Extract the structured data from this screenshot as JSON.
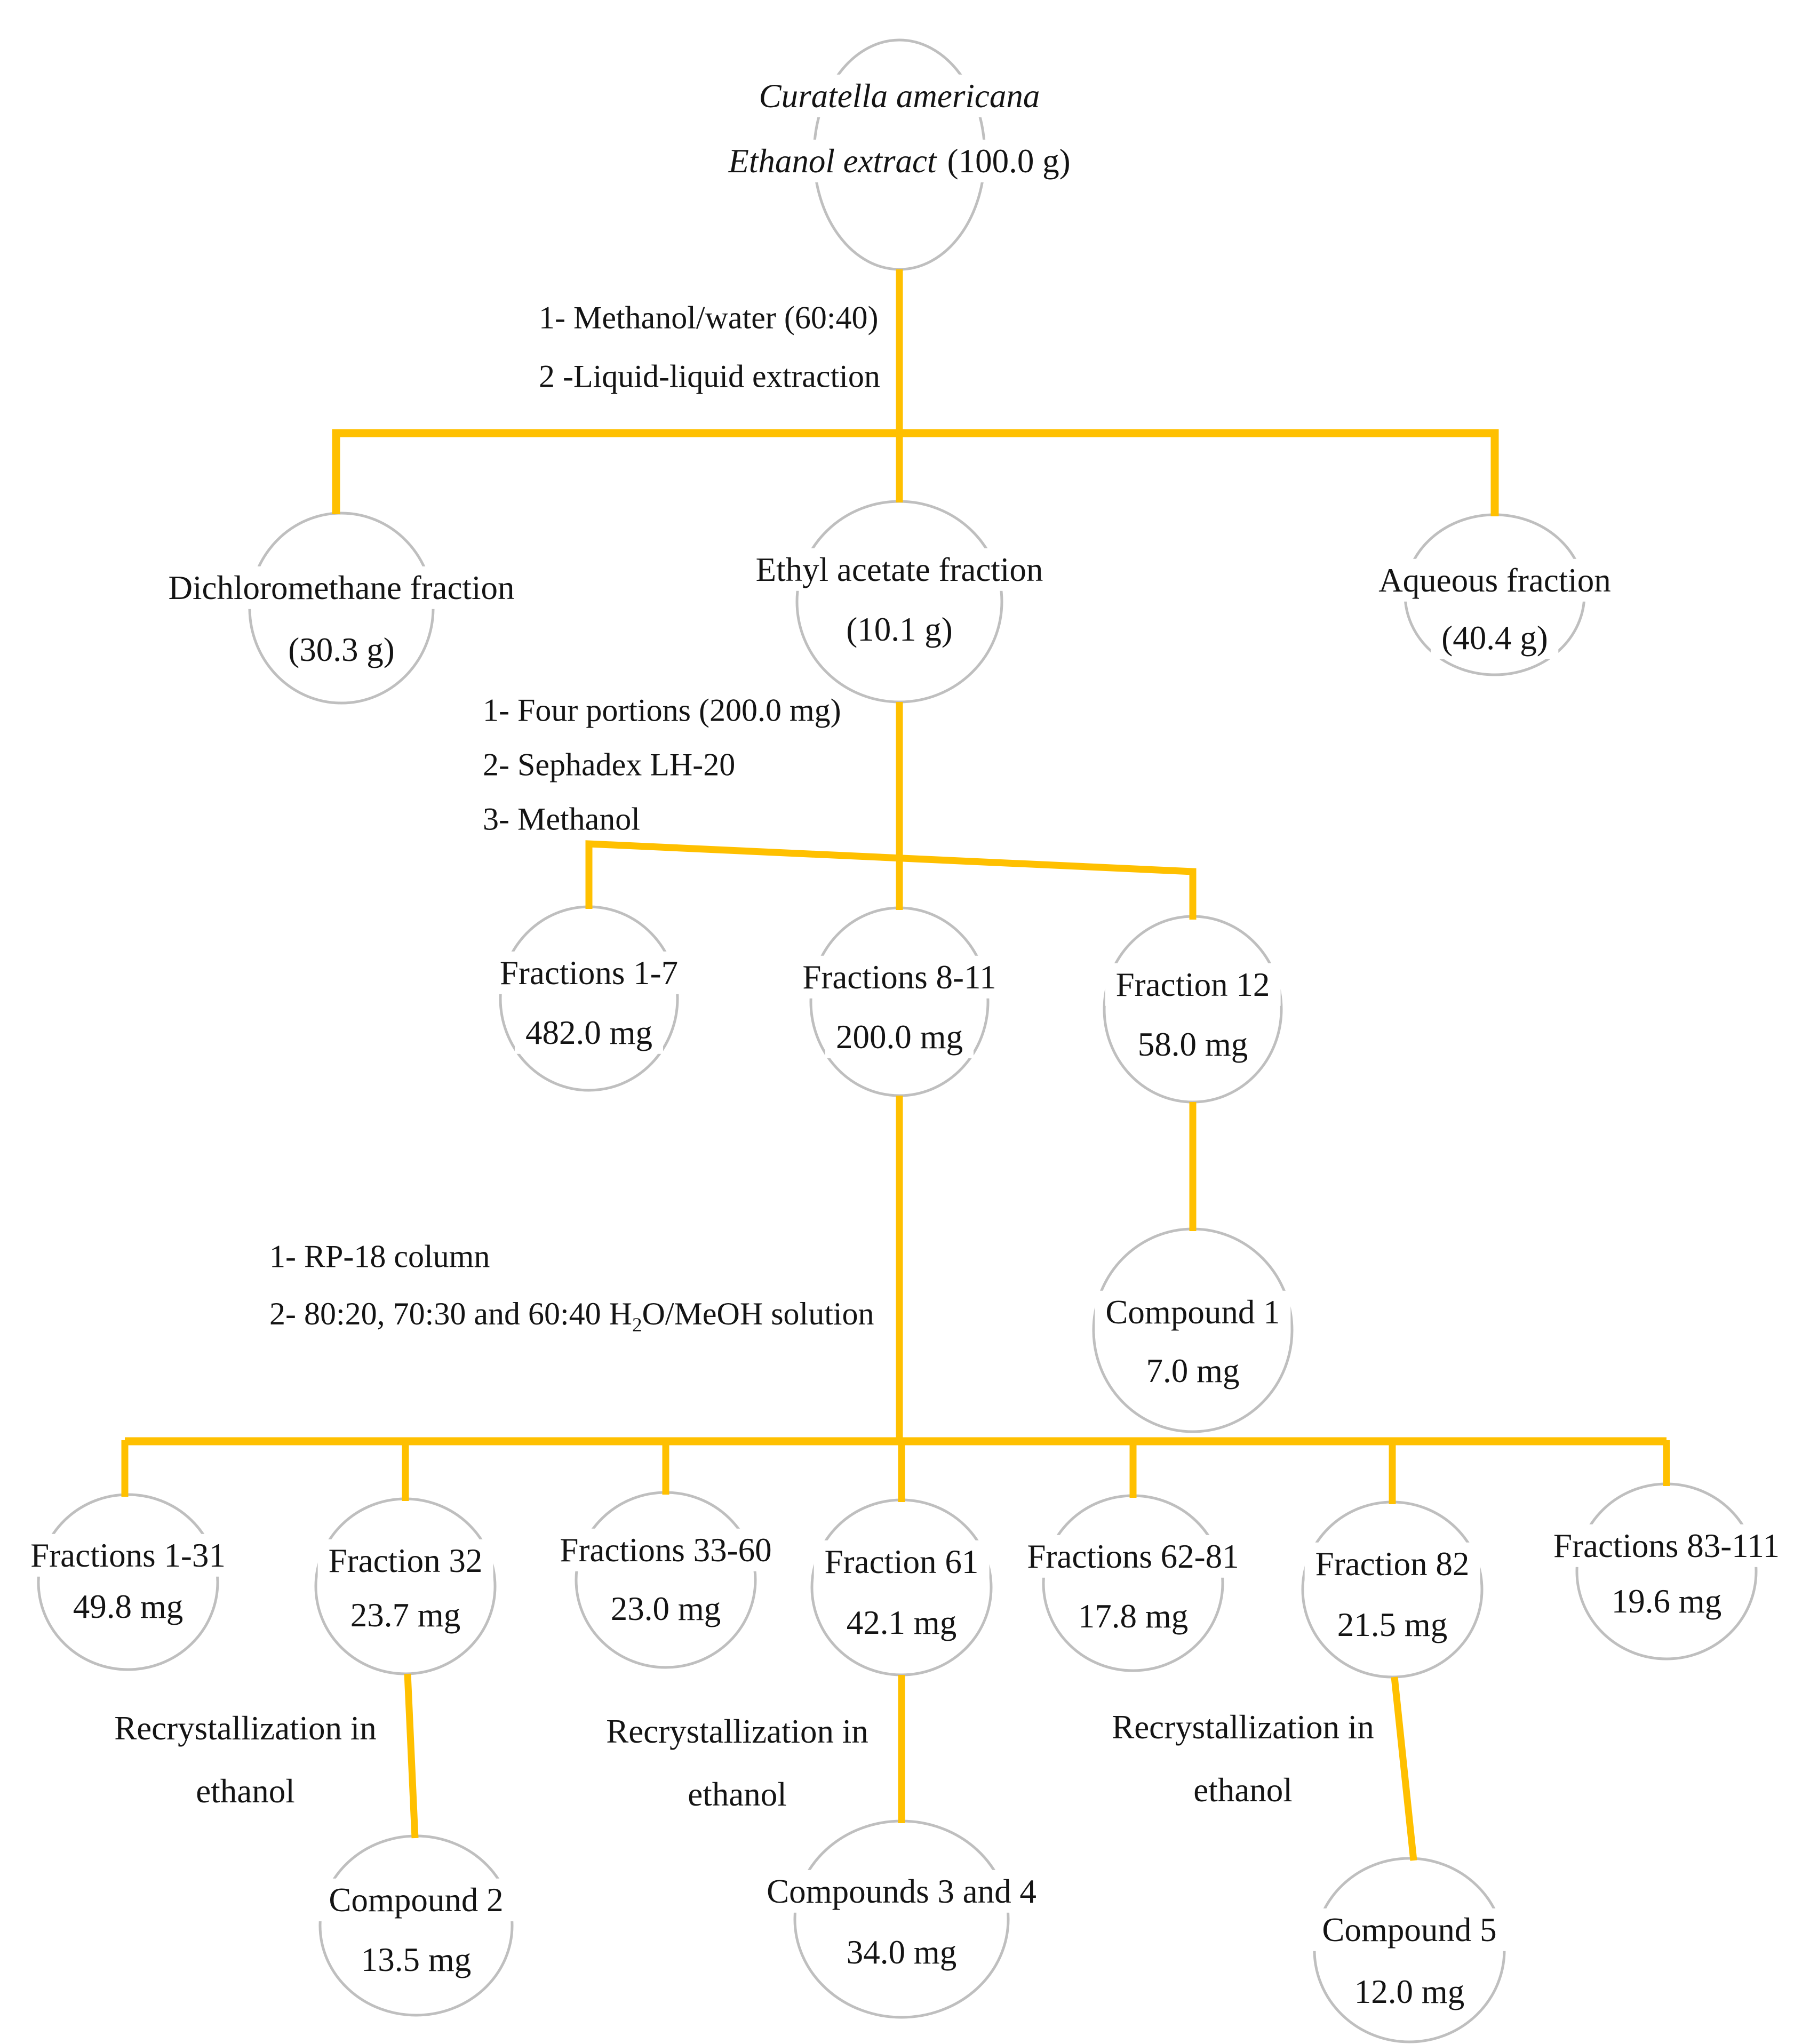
{
  "palette": {
    "connector_line": "#FFC000",
    "ellipse_outline": "#BFBFBF",
    "text": "#141414"
  },
  "root": {
    "name": "Curatella americana",
    "detail_italic": "Ethanol extract",
    "detail_plain": "(100.0 g)"
  },
  "process_1": {
    "step_1": "1- Methanol/water (60:40)",
    "step_2": "2 -Liquid-liquid extraction"
  },
  "level_1": [
    {
      "name": "Dichloromethane fraction",
      "amount": "(30.3 g)"
    },
    {
      "name": "Ethyl acetate fraction",
      "amount": "(10.1 g)"
    },
    {
      "name": "Aqueous fraction",
      "amount": "(40.4 g)"
    }
  ],
  "process_2": {
    "step_1": "1- Four portions (200.0 mg)",
    "step_2": "2- Sephadex LH-20",
    "step_3": "3- Methanol"
  },
  "level_2": [
    {
      "name": "Fractions 1-7",
      "amount": "482.0 mg"
    },
    {
      "name": "Fractions 8-11",
      "amount": "200.0 mg"
    },
    {
      "name": "Fraction 12",
      "amount": "58.0 mg"
    }
  ],
  "compound_1": {
    "name": "Compound 1",
    "amount": "7.0 mg"
  },
  "process_3": {
    "step_1": "1- RP-18 column",
    "step_2_prefix": "2- 80:20, 70:30 and 60:40 H",
    "step_2_sub": "2",
    "step_2_suffix": "O/MeOH solution"
  },
  "level_3": [
    {
      "name": "Fractions 1-31",
      "amount": "49.8 mg"
    },
    {
      "name": "Fraction 32",
      "amount": "23.7 mg"
    },
    {
      "name": "Fractions 33-60",
      "amount": "23.0 mg"
    },
    {
      "name": "Fraction 61",
      "amount": "42.1 mg"
    },
    {
      "name": "Fractions 62-81",
      "amount": "17.8 mg"
    },
    {
      "name": "Fraction 82",
      "amount": "21.5 mg"
    },
    {
      "name": "Fractions 83-111",
      "amount": "19.6 mg"
    }
  ],
  "recrystallization": {
    "line_1": "Recrystallization in",
    "line_2": "ethanol"
  },
  "level_4": [
    {
      "name": "Compound 2",
      "amount": "13.5 mg"
    },
    {
      "name": "Compounds 3 and 4",
      "amount": "34.0 mg"
    },
    {
      "name": "Compound 5",
      "amount": "12.0 mg"
    }
  ]
}
